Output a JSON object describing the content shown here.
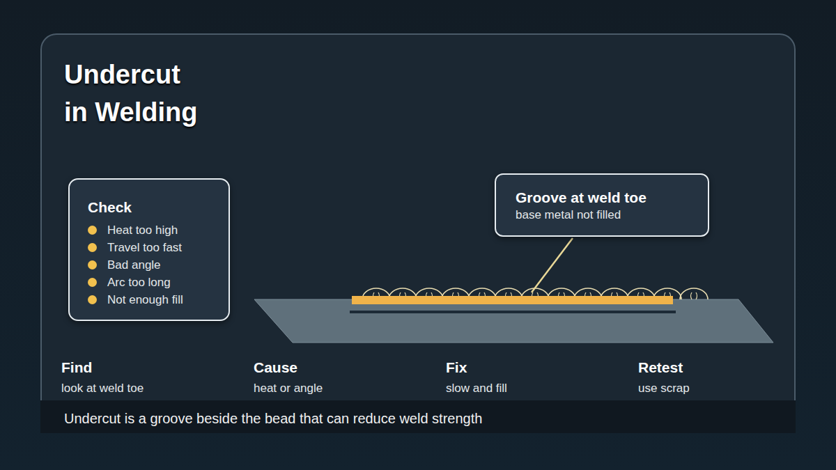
{
  "diagram": {
    "title": "Undercut in Welding",
    "caption": "Undercut is a groove beside the bead that can reduce weld strength",
    "nodes": [
      {
        "text": [
          "Check",
          "Heat too high",
          "Travel too fast",
          "Bad angle",
          "Arc too long",
          "Not enough fill"
        ]
      },
      {
        "text": [
          "Groove at weld toe",
          "base metal not filled"
        ]
      }
    ],
    "labels": [
      "Find",
      "look at weld toe",
      "Cause",
      "heat or angle",
      "Fix",
      "slow and fill",
      "Retest",
      "use scrap"
    ]
  }
}
